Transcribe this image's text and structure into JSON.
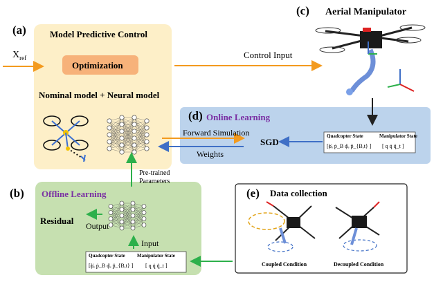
{
  "panels": {
    "a": {
      "label": "(a)",
      "title": "Model Predictive Control",
      "optimization": "Optimization",
      "model_text": "Nominal model + Neural model"
    },
    "b": {
      "label": "(b)",
      "title": "Offline Learning",
      "residual": "Residual",
      "output": "Output",
      "input": "Input",
      "pretrained": "Pre-trained",
      "parameters": "Parameters"
    },
    "c": {
      "label": "(c)",
      "title": "Aerial Manipulator"
    },
    "d": {
      "label": "(d)",
      "title": "Online Learning",
      "sgd": "SGD",
      "forward_sim": "Forward Simulation",
      "weights": "Weights"
    },
    "e": {
      "label": "(e)",
      "title": "Data collection",
      "coupled": "Coupled Condition",
      "decoupled": "Decoupled Condition"
    }
  },
  "x_ref": "X",
  "x_ref_sub": "ref",
  "control_input": "Control Input",
  "state_box": {
    "quad_label": "Quadcopter State",
    "manip_label": "Manipulator State",
    "quad_formula": "[ϕ̇ₑ  ṗ_B  ϕ̇ₑ  p̈_{B,t} ]",
    "manip_formula": "[ q  q̇  q̈_t ]"
  },
  "colors": {
    "mpc_bg": "#fdefc8",
    "orange_arrow": "#f39a1e",
    "opt_box": "#f7b27a",
    "online_bg": "#bcd3ec",
    "blue_arrow": "#3f6fc6",
    "offline_bg": "#c6e0b0",
    "green_arrow": "#2db04b",
    "purple": "#7a2fa3"
  }
}
